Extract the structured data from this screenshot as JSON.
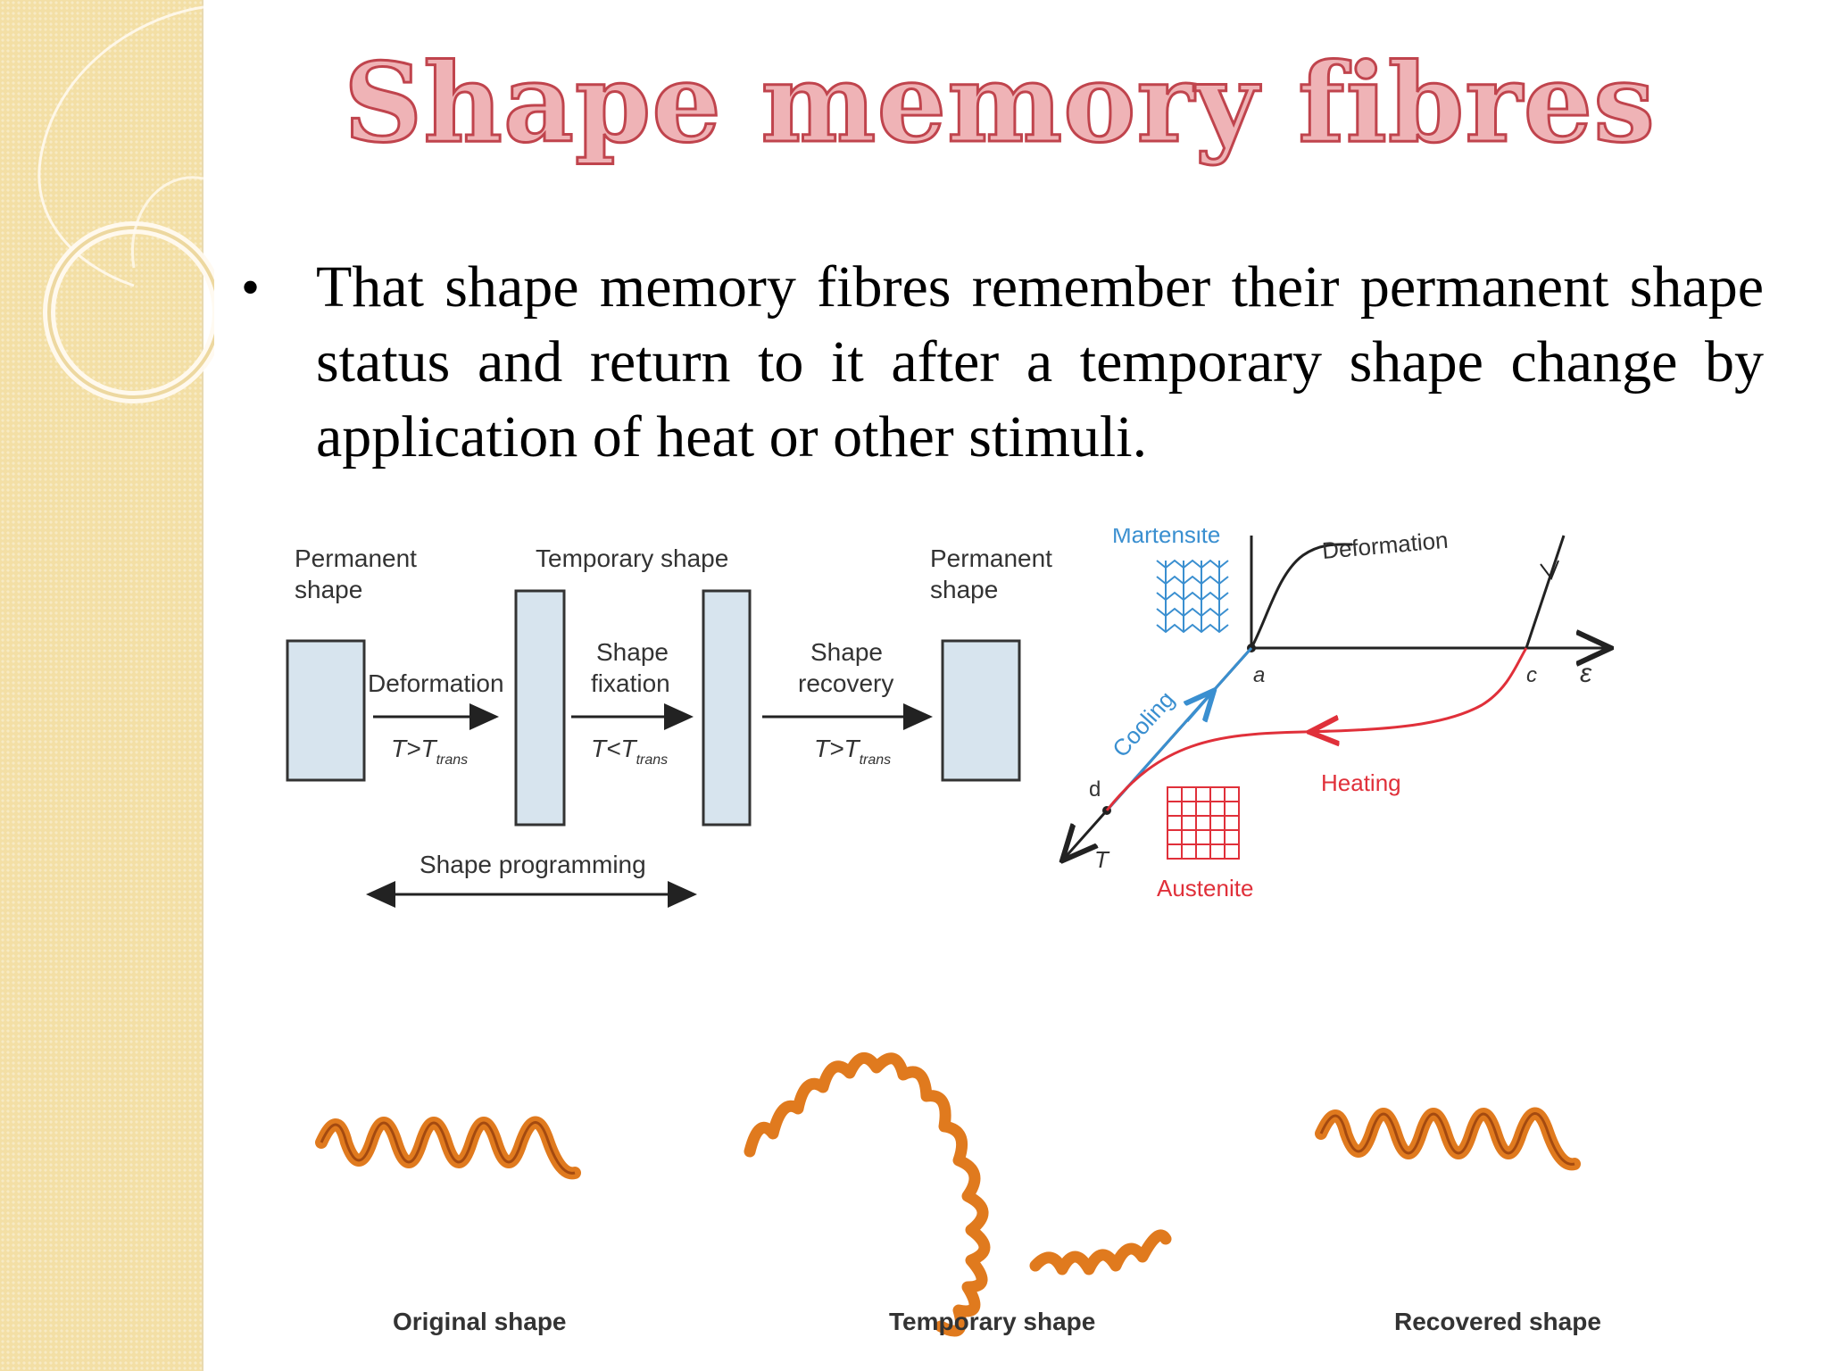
{
  "slide": {
    "title": "Shape memory fibres",
    "bullet": "That shape memory fibres remember their permanent shape status and return to it after a temporary shape change by application of heat or other stimuli."
  },
  "process_diagram": {
    "permanent_left": [
      "Permanent",
      "shape"
    ],
    "temporary": "Temporary shape",
    "permanent_right": [
      "Permanent",
      "shape"
    ],
    "deformation": "Deformation",
    "fixation": [
      "Shape",
      "fixation"
    ],
    "recovery": [
      "Shape",
      "recovery"
    ],
    "cond1": {
      "main": "T>T",
      "sub": "trans"
    },
    "cond2": {
      "main": "T<T",
      "sub": "trans"
    },
    "cond3": {
      "main": "T>T",
      "sub": "trans"
    },
    "programming": "Shape programming"
  },
  "phase_diagram": {
    "martensite": "Martensite",
    "deformation": "Deformation",
    "cooling": "Cooling",
    "heating": "Heating",
    "austenite": "Austenite",
    "point_a": "a",
    "point_c": "c",
    "point_d": "d",
    "axis_strain": "ε",
    "axis_temp": "T",
    "colors": {
      "cooling": "#3a8fd0",
      "heating": "#e0303a"
    }
  },
  "spring_images": {
    "original": "Original shape",
    "temporary": "Temporary shape",
    "recovered": "Recovered shape",
    "colors": {
      "spring": "#e07a1e",
      "shade": "#a44a10"
    }
  }
}
